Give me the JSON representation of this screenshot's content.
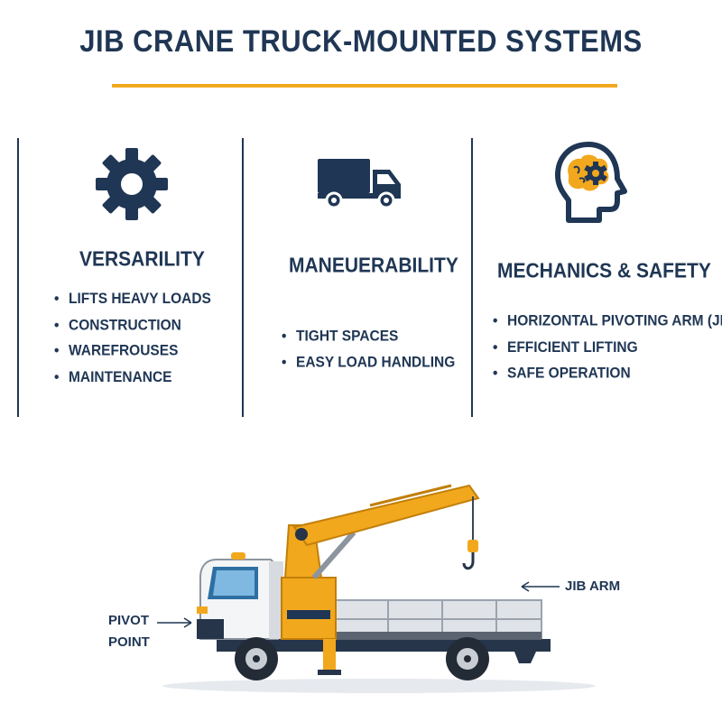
{
  "title": "JIB CRANE TRUCK-MOUNTED SYSTEMS",
  "colors": {
    "navy": "#1f3654",
    "accent": "#f2a81d"
  },
  "columns": [
    {
      "icon": "gear-icon",
      "heading": "VERSARILITY",
      "bullets": [
        "LIFTS HEAVY LOADS",
        "CONSTRUCTION",
        "WAREFROUSES",
        "MAINTENANCE"
      ]
    },
    {
      "icon": "truck-icon",
      "heading": "MANEUERABILITY",
      "bullets": [
        "TIGHT SPACES",
        "EASY LOAD HANDLING"
      ]
    },
    {
      "icon": "head-gears-icon",
      "heading": "MECHANICS & SAFETY",
      "bullets": [
        "HORIZONTAL PIVOTING ARM (JIB)",
        "EFFICIENT LIFTING",
        "SAFE OPERATION"
      ]
    }
  ],
  "diagram": {
    "pivot_label_line1": "PIVOT",
    "pivot_label_line2": "POINT",
    "jib_label": "JIB ARM"
  }
}
